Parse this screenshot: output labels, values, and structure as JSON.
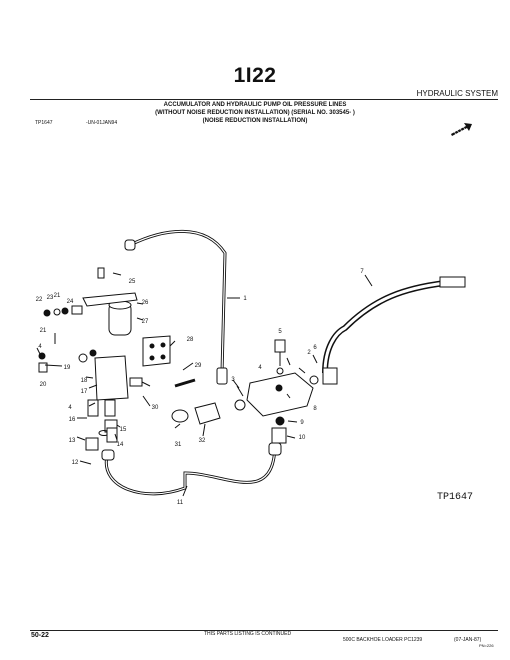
{
  "page": {
    "code": "1I22",
    "section": "HYDRAULIC SYSTEM",
    "title_line1": "ACCUMULATOR AND HYDRAULIC PUMP OIL PRESSURE LINES",
    "title_line2": "(WITHOUT NOISE REDUCTION INSTALLATION) (SERIAL NO. 303545-        )",
    "title_line3": "(NOISE REDUCTION INSTALLATION)",
    "figure_code": "TP1647",
    "figure_date": "-UN-01JAN94",
    "page_number": "50-22",
    "continued_note": "THIS PARTS LISTING IS CONTINUED",
    "footer_model": "500C BACKHOE LOADER   PC1239",
    "footer_date": "(07-JAN-87)",
    "footer_sub": "PN=226"
  },
  "diagram": {
    "figure_label": "TP1647",
    "callouts": [
      "1",
      "2",
      "3",
      "4",
      "5",
      "6",
      "7",
      "8",
      "9",
      "10",
      "11",
      "12",
      "13",
      "14",
      "15",
      "16",
      "17",
      "18",
      "19",
      "20",
      "21",
      "21",
      "22",
      "23",
      "24",
      "25",
      "26",
      "27",
      "28",
      "29",
      "30",
      "31",
      "32",
      "4",
      "4"
    ]
  },
  "icons": {
    "direction": "forward-arrow-icon"
  }
}
